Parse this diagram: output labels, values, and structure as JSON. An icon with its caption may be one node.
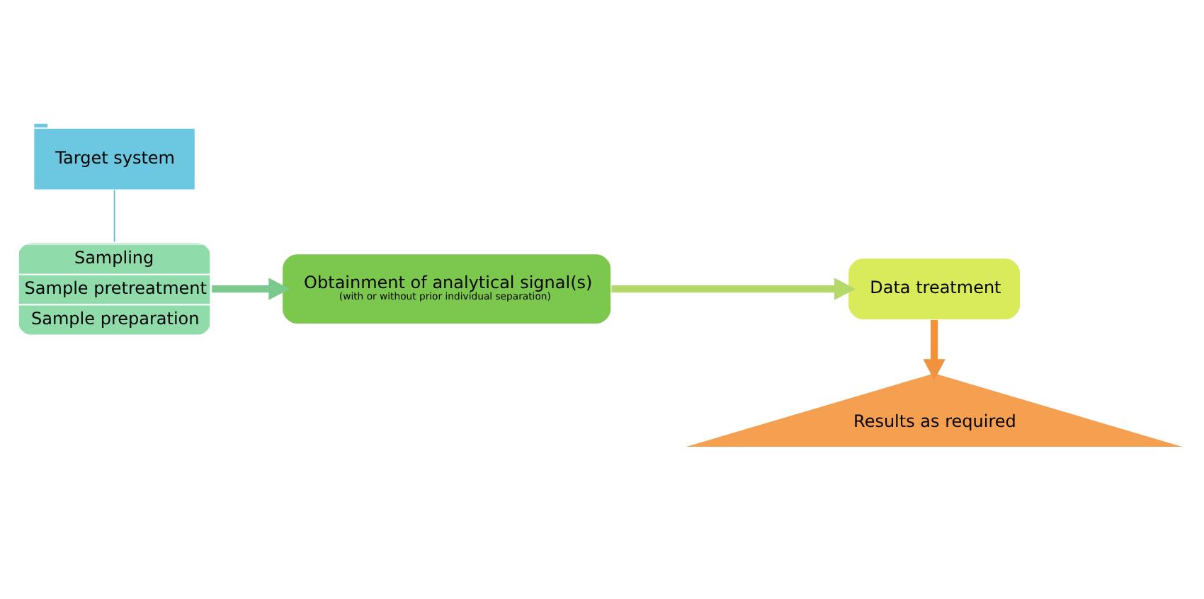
{
  "diagram": {
    "nodes": [
      {
        "text": [
          "Target system"
        ]
      },
      {
        "text": [
          "Sampling",
          "Sample pretreatment",
          "Sample preparation"
        ]
      },
      {
        "text": [
          "Obtainment of analytical signal(s)",
          "(with or without prior individual separation)"
        ]
      },
      {
        "text": [
          "Data treatment"
        ]
      },
      {
        "text": [
          "Results as required"
        ]
      }
    ],
    "edges": [
      {
        "from": 0,
        "to": 1,
        "arrow": "none",
        "color": "#5fb8c8"
      },
      {
        "from": 1,
        "to": 2,
        "arrow": "to",
        "color": "#7cc98e"
      },
      {
        "from": 2,
        "to": 3,
        "arrow": "to",
        "color": "#b5d86a"
      },
      {
        "from": 3,
        "to": 4,
        "arrow": "to",
        "color": "#f0923e"
      }
    ]
  }
}
